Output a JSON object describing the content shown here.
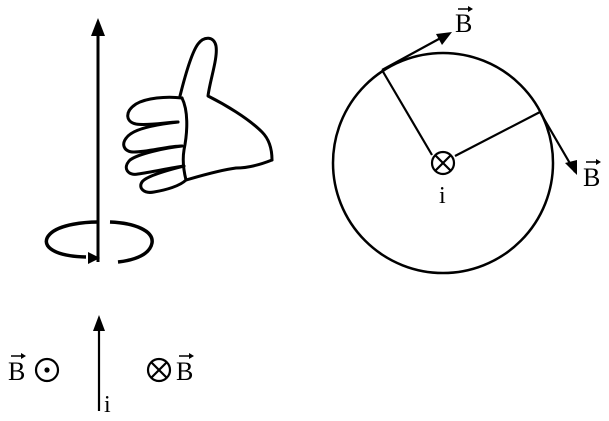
{
  "colors": {
    "ink": "#000000",
    "background": "#ffffff"
  },
  "figure1": {
    "icons": [
      "thumbs-up-hand-icon",
      "circular-arrow-icon"
    ]
  },
  "figure2": {
    "field_label_top": "B",
    "field_label_right": "B",
    "current_label": "i",
    "icons": [
      "current-into-page-icon"
    ]
  },
  "figure3": {
    "field_out_label": "B",
    "field_in_label": "B",
    "current_label": "i",
    "icons": [
      "field-out-of-page-icon",
      "field-into-page-icon"
    ]
  }
}
